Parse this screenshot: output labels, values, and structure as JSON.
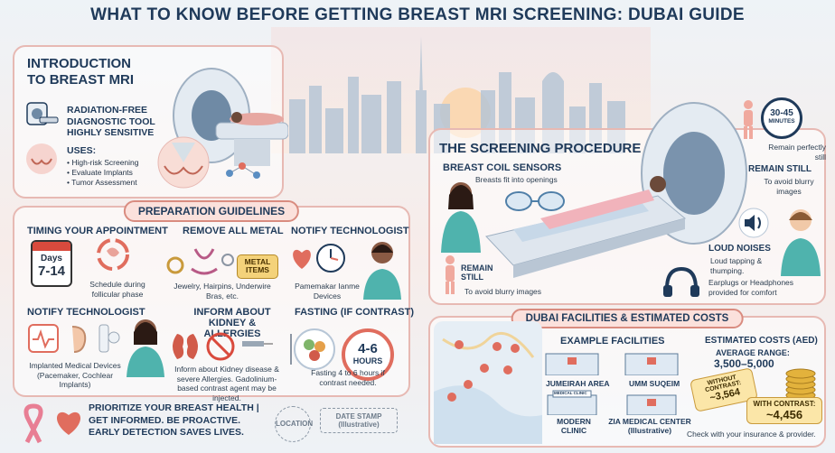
{
  "title": "WHAT TO KNOW BEFORE GETTING BREAST MRI SCREENING: DUBAI GUIDE",
  "intro": {
    "title": "INTRODUCTION TO BREAST MRI",
    "radiation_free": "RADIATION-FREE DIAGNOSTIC TOOL",
    "sensitive": "HIGHLY SENSITIVE",
    "uses_label": "USES:",
    "uses": [
      "• High-risk Screening",
      "• Evaluate Implants",
      "• Tumor Assessment"
    ]
  },
  "prep": {
    "banner": "PREPARATION GUIDELINES",
    "timing": {
      "heading": "TIMING YOUR APPOINTMENT",
      "days_label": "Days",
      "days_value": "7-14",
      "text": "Schedule during follicular phase"
    },
    "metal": {
      "heading": "REMOVE ALL METAL",
      "tag": "METAL ITEMS",
      "text": "Jewelry, Hairpins, Underwire Bras, etc."
    },
    "notify1": {
      "heading": "NOTIFY TECHNOLOGIST",
      "text": "Pamemakar Ianme Devices"
    },
    "notify2": {
      "heading": "NOTIFY TECHNOLOGIST",
      "text": "Implanted Medical Devices (Pacemaker, Cochlear Implants)"
    },
    "kidney": {
      "heading": "INFORM ABOUT KIDNEY & ALLERGIES",
      "text": "Inform about Kidney disease & severe Allergies. Gadolinium-based contrast agent may be injected."
    },
    "fasting": {
      "heading": "FASTING (IF CONTRAST)",
      "hours_value": "4-6",
      "hours_unit": "HOURS",
      "text": "Fasting 4 to 6 hours if contrast needed."
    }
  },
  "footer": {
    "motto": "PRIORITIZE YOUR BREAST HEALTH | GET INFORMED. BE PROACTIVE. EARLY DETECTION SAVES LIVES.",
    "stamp1": "LOCATION",
    "stamp2": "DATE STAMP (Illustrative)"
  },
  "procedure": {
    "title": "THE SCREENING PROCEDURE",
    "coil_heading": "BREAST COIL SENSORS",
    "coil_text": "Breasts fit into openings",
    "remain_still_left": "REMAIN STILL",
    "blurry_left": "To avoid blurry images",
    "timer_value": "30-45",
    "timer_unit": "MINUTES",
    "remain_perfectly": "Remain perfectly still",
    "remain_still_right": "REMAIN STILL",
    "blurry_right": "To avoid blurry images",
    "loud_heading": "LOUD NOISES",
    "loud_text": "Loud tapping & thumping.",
    "earplugs": "Earplugs or Headphones provided for comfort"
  },
  "dubai": {
    "banner": "DUBAI FACILITIES & ESTIMATED COSTS",
    "facilities_heading": "EXAMPLE FACILITIES",
    "facilities": [
      "JUMEIRAH AREA",
      "UMM SUQEIM",
      "MODERN CLINIC",
      "ZIA MEDICAL CENTER (Illustrative)"
    ],
    "sign_text": "MEDICAL CLINIC",
    "costs_heading": "ESTIMATED COSTS (AED)",
    "avg_label": "AVERAGE RANGE:",
    "avg_value": "3,500–5,000",
    "without_label": "WITHOUT CONTRAST:",
    "without_value": "~3,564",
    "with_label": "WITH CONTRAST:",
    "with_value": "~4,456",
    "check_text": "Check with your insurance & provider."
  },
  "colors": {
    "accent": "#e06d5e",
    "navy": "#1f3a5a",
    "teal": "#4fb3ad",
    "gold": "#e3b23c"
  }
}
